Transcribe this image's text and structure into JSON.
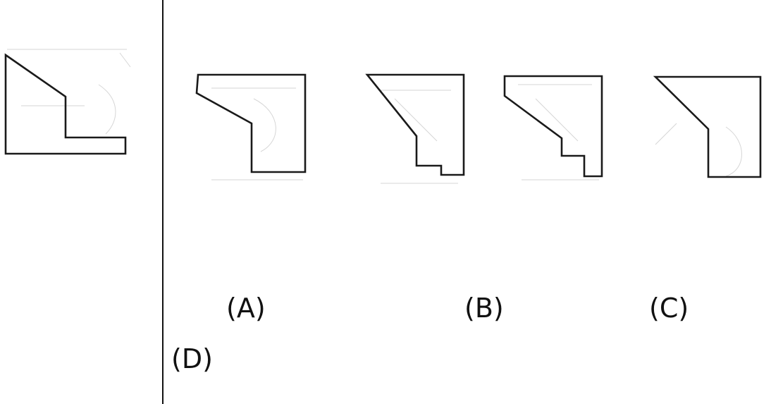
{
  "question_figure": {
    "icon": "l-shaped-profile-figure"
  },
  "options": [
    {
      "id": "A",
      "label": "(A)",
      "icon": "option-a-shape"
    },
    {
      "id": "B",
      "label": "(B)",
      "icon": "option-b-shape"
    },
    {
      "id": "C",
      "label": "(C)",
      "icon": "option-c-shape"
    },
    {
      "id": "D",
      "label": "(D)",
      "icon": "option-d-shape"
    }
  ],
  "colors": {
    "line": "#1a1a1a",
    "background": "#ffffff",
    "ghost": "#d6d6d6"
  }
}
